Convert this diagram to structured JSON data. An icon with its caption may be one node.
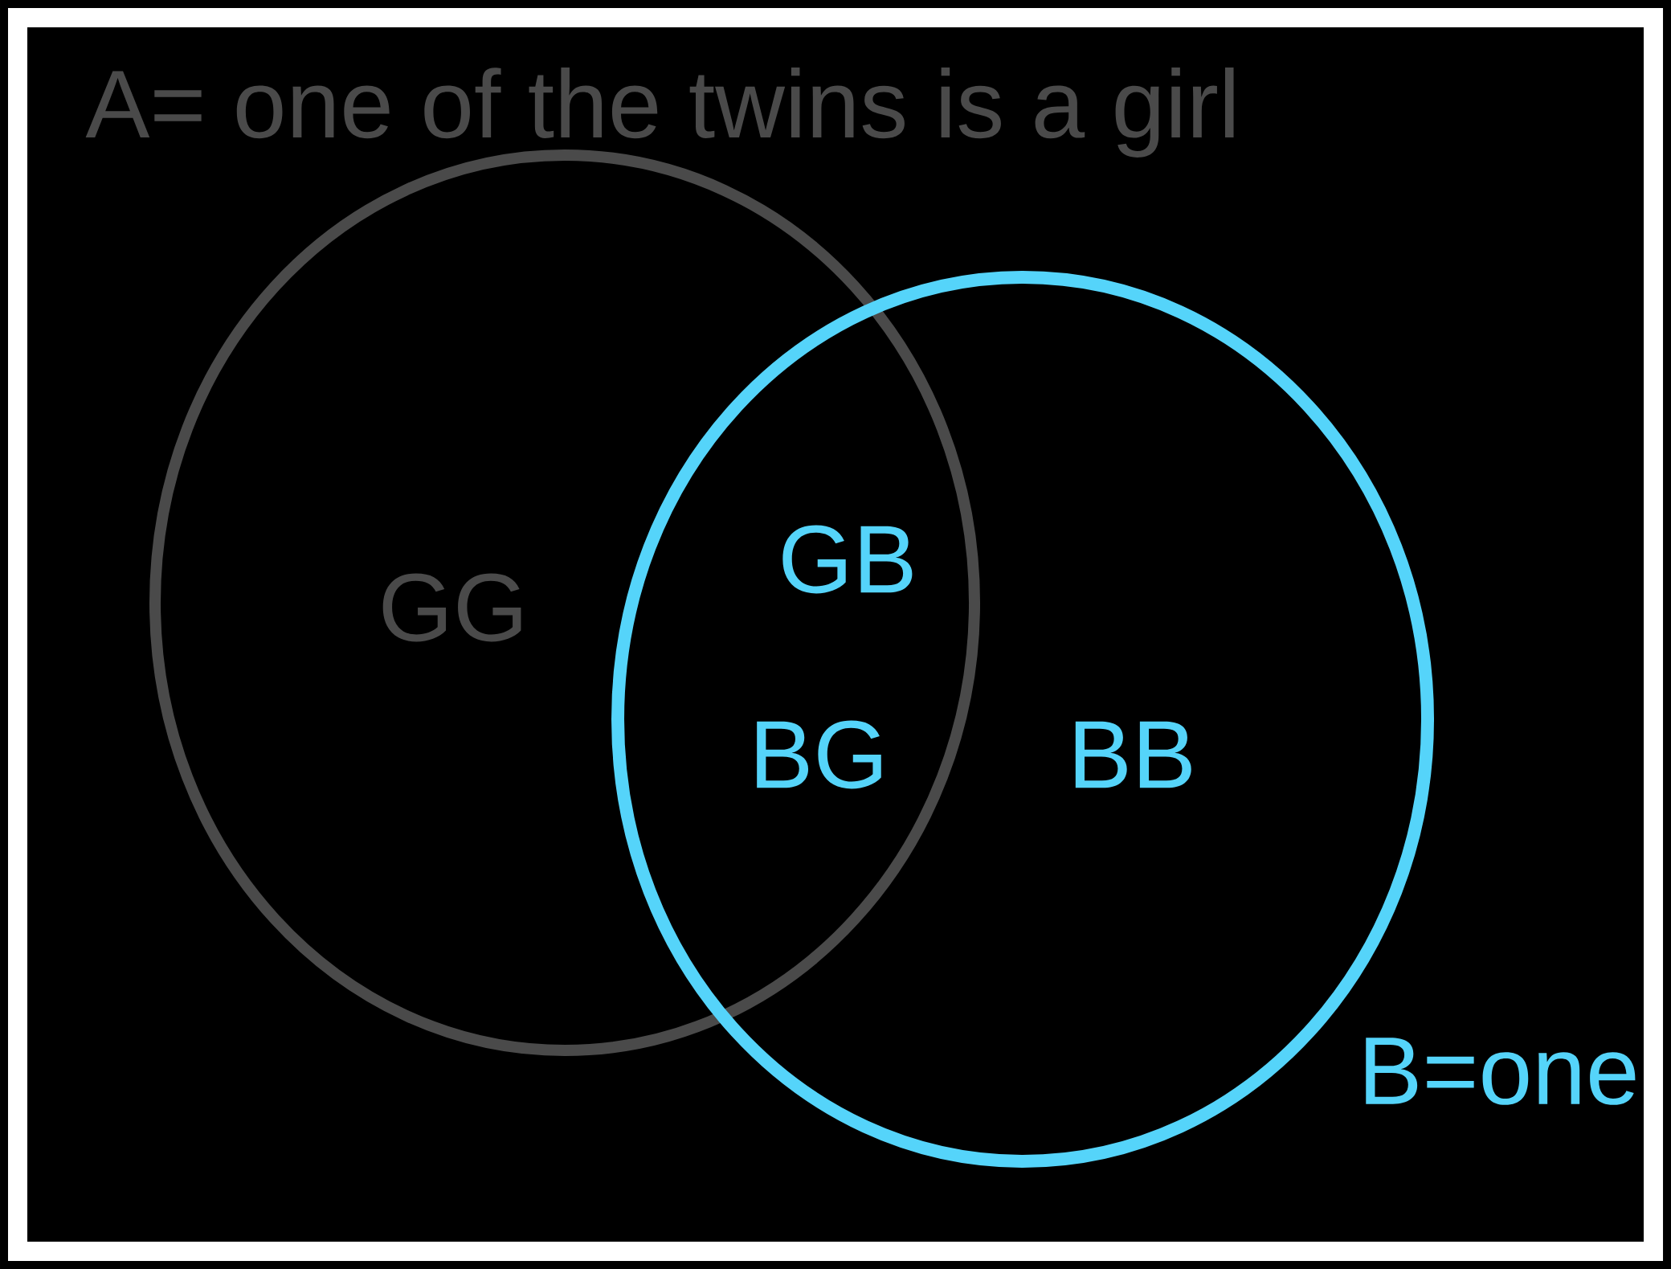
{
  "diagram": {
    "nodes": [
      {
        "text": [
          "A= one of the twins is a girl",
          "GG"
        ]
      },
      {
        "text": [
          "B=one",
          "BB"
        ]
      }
    ],
    "labels": [
      "GB",
      "BG"
    ]
  }
}
